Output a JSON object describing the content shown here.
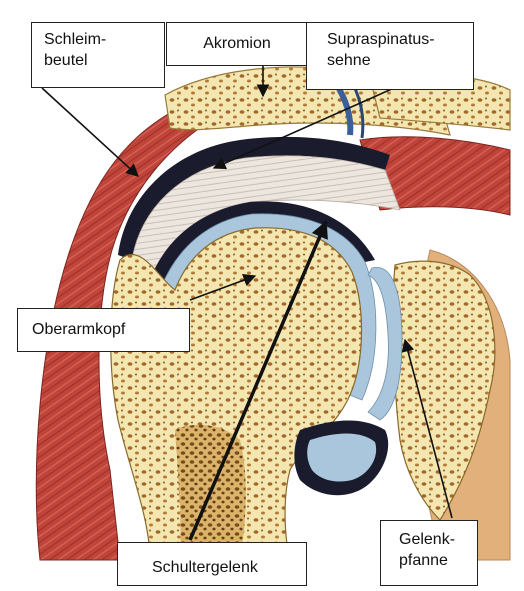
{
  "labels": {
    "schleimbeutel": "Schleim-\nbeutel",
    "akromion": "Akromion",
    "supraspinatus": "Supraspinatus-\nsehne",
    "oberarmkopf": "Oberarmkopf",
    "schultergelenk": "Schultergelenk",
    "gelenkpfanne": "Gelenk-\npfanne"
  },
  "colors": {
    "muscle": "#c0443a",
    "muscle_dark": "#8c2a24",
    "bone_fill": "#f3e6b0",
    "bone_pore": "#a0682a",
    "cartilage": "#a9c6dc",
    "tendon": "#e9e3dd",
    "bursa_dark": "#1b1b2e",
    "outline": "#111111"
  }
}
